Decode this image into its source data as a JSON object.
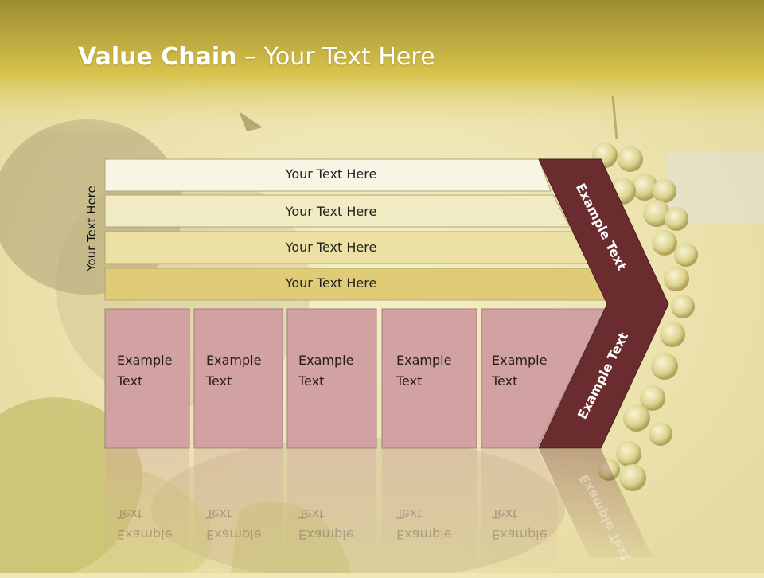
{
  "title": {
    "bold": "Value Chain",
    "rest": " – Your Text Here"
  },
  "side_label": "Your Text Here",
  "bands": [
    "Your Text Here",
    "Your Text Here",
    "Your Text Here",
    "Your Text Here"
  ],
  "boxes": [
    {
      "line1": "Example",
      "line2": "Text"
    },
    {
      "line1": "Example",
      "line2": "Text"
    },
    {
      "line1": "Example",
      "line2": "Text"
    },
    {
      "line1": "Example",
      "line2": "Text"
    },
    {
      "line1": "Example",
      "line2": "Text"
    }
  ],
  "chevron": {
    "upper": "Example Text",
    "lower": "Example Text"
  },
  "colors": {
    "header": "#cdbd47",
    "band1": "#f7f5e4",
    "band2": "#f1ebc3",
    "band3": "#ece0a3",
    "band4": "#e0cc77",
    "box": "#d2a2a3",
    "chevron": "#6b2c2f"
  }
}
